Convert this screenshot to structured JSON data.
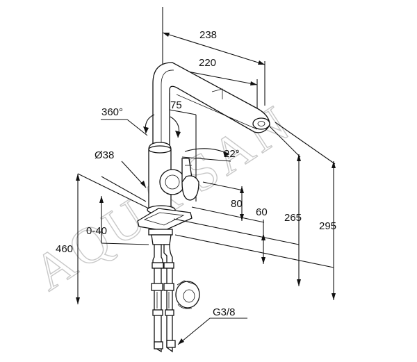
{
  "watermark": "AQUA SAN",
  "dimensions": {
    "d238": "238",
    "d220": "220",
    "d360": "360°",
    "d75": "75",
    "d22": "22°",
    "d38": "Ø38",
    "d80": "80",
    "d60": "60",
    "d265": "265",
    "d295": "295",
    "d040": "0-40",
    "d460": "460",
    "g38": "G3/8"
  },
  "colors": {
    "line": "#111111",
    "watermark": "#c8c8c8",
    "background": "#ffffff"
  }
}
